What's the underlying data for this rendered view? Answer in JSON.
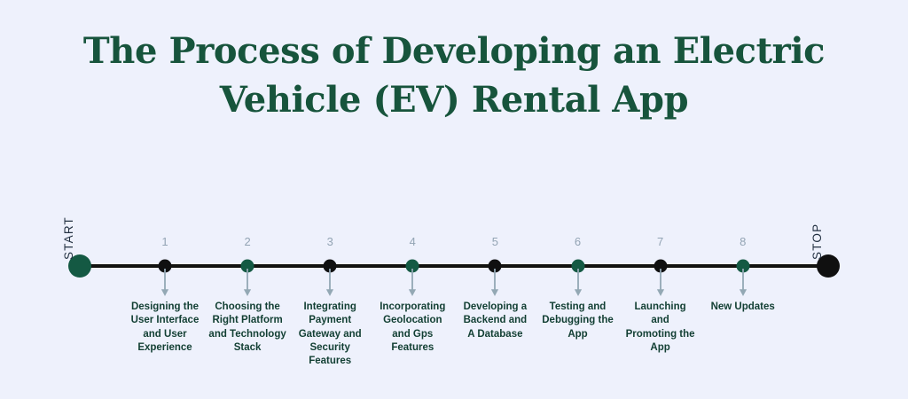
{
  "page": {
    "background_color": "#eef1fc",
    "title": "The Process of Developing an Electric\nVehicle (EV) Rental App",
    "title_color": "#17543c"
  },
  "timeline": {
    "axis_color": "#12120f",
    "arrow_color": "#93a8b4",
    "number_color": "#93a4b4",
    "label_color": "#123f33",
    "green": "#145943",
    "dark": "#101010",
    "start": {
      "label": "START",
      "marker_color": "#145943"
    },
    "stop": {
      "label": "STOP",
      "marker_color": "#101010"
    },
    "steps": [
      {
        "number": "1",
        "label": "Designing the\nUser Interface\nand User\nExperience",
        "dot_color": "dark"
      },
      {
        "number": "2",
        "label": "Choosing the\nRight Platform\nand Technology\nStack",
        "dot_color": "green"
      },
      {
        "number": "3",
        "label": "Integrating\nPayment\nGateway and\nSecurity\nFeatures",
        "dot_color": "dark"
      },
      {
        "number": "4",
        "label": "Incorporating\nGeolocation\nand Gps\nFeatures",
        "dot_color": "green"
      },
      {
        "number": "5",
        "label": "Developing a\nBackend and\nA Database",
        "dot_color": "dark"
      },
      {
        "number": "6",
        "label": "Testing and\nDebugging the\nApp",
        "dot_color": "green"
      },
      {
        "number": "7",
        "label": "Launching\nand\nPromoting the\nApp",
        "dot_color": "dark"
      },
      {
        "number": "8",
        "label": "New Updates",
        "dot_color": "green"
      }
    ]
  }
}
